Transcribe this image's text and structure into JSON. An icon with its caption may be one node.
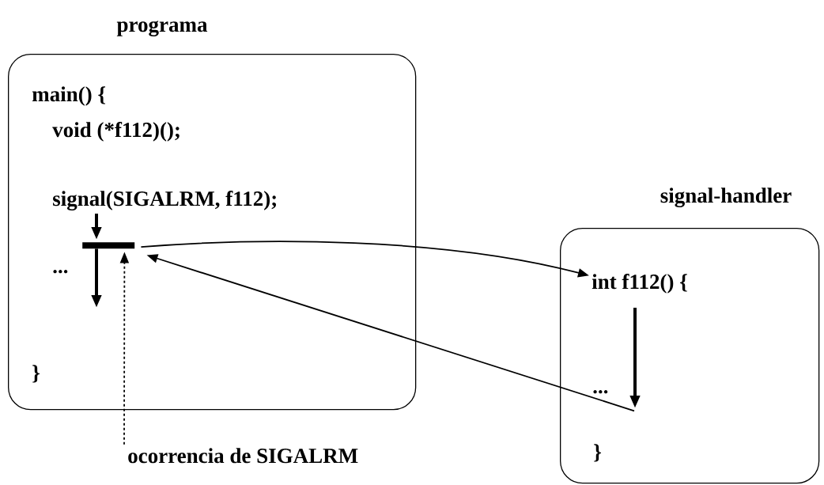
{
  "diagram": {
    "nodes": [
      {
        "text": [
          "programa",
          "main() {",
          "void (*f112)();",
          "signal(SIGALRM, f112);",
          "...",
          "}"
        ]
      },
      {
        "text": [],
        "shape": "bar",
        "in": 0
      },
      {
        "text": [
          "signal-handler",
          "...",
          "}"
        ]
      },
      {
        "text": [
          "int f112() {"
        ],
        "in": 2
      },
      {
        "text": [
          "ocorrencia de SIGALRM"
        ]
      }
    ],
    "edges": [
      {
        "from": 1,
        "to": 3,
        "arrow": "to"
      },
      {
        "from": 2,
        "to": 1,
        "arrow": "to"
      },
      {
        "from": 4,
        "to": 1,
        "arrow": "to",
        "style": "dashed"
      },
      {
        "from": null,
        "to": 1,
        "arrow": "to",
        "style": "thick"
      },
      {
        "from": 1,
        "to": null,
        "arrow": "to",
        "style": "thick"
      },
      {
        "from": 3,
        "to": null,
        "arrow": "to",
        "style": "thick"
      }
    ]
  }
}
